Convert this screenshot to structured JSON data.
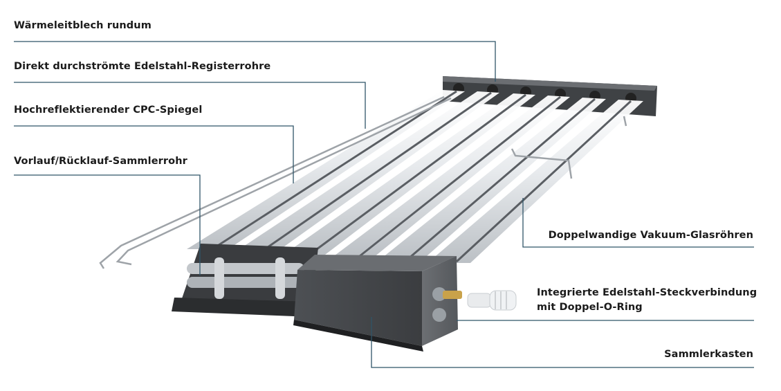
{
  "labels": {
    "waermeleitblech": "Wärmeleitblech rundum",
    "registerrohre": "Direkt durchströmte Edelstahl-Registerrohre",
    "cpc_spiegel": "Hochreflektierender CPC-Spiegel",
    "sammlerrohr": "Vorlauf/Rücklauf-Sammlerrohr",
    "glasroehren": "Doppelwandige Vakuum-Glasröhren",
    "steckverbindung_1": "Integrierte Edelstahl-Steckverbindung",
    "steckverbindung_2": "mit Doppel-O-Ring",
    "sammlerkasten": "Sammlerkasten"
  },
  "colors": {
    "leader_line": "#2f5468",
    "text": "#1b1b1b",
    "frame_dark": "#4a4c4f",
    "tube_light": "#eef0f2"
  }
}
